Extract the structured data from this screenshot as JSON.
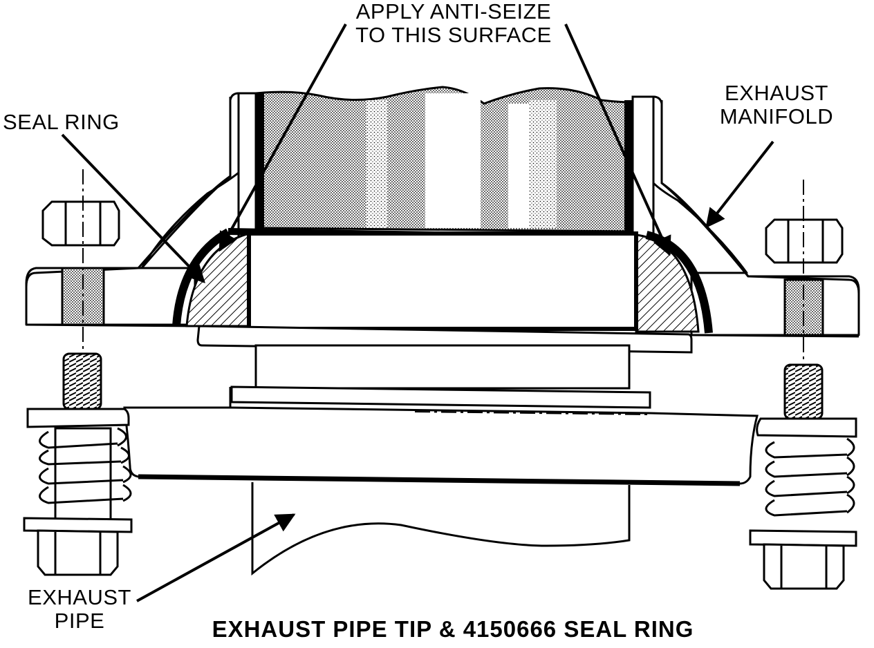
{
  "labels": {
    "anti_seize_line1": "APPLY ANTI-SEIZE",
    "anti_seize_line2": "TO THIS SURFACE",
    "seal_ring": "SEAL RING",
    "manifold_line1": "EXHAUST",
    "manifold_line2": "MANIFOLD",
    "pipe_line1": "EXHAUST",
    "pipe_line2": "PIPE"
  },
  "caption": "EXHAUST PIPE TIP & 4150666 SEAL RING",
  "colors": {
    "ink": "#000000",
    "paper": "#ffffff"
  }
}
